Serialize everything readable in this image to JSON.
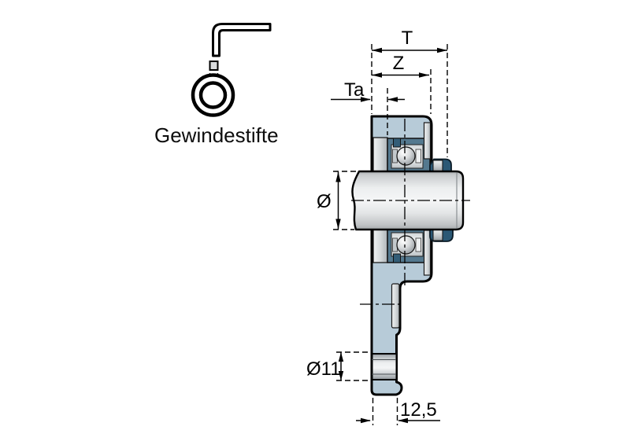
{
  "legend": {
    "label": "Gewindestifte",
    "icon": "allen-key-with-set-screw-and-locking-collar"
  },
  "dimensions": {
    "total_width": "T",
    "housing_width": "Z",
    "collar_offset": "Ta",
    "shaft_diameter": "Ø",
    "bolt_hole_diameter": "Ø11",
    "flange_thickness": "12,5"
  },
  "colors": {
    "housing": "#b7cbd8",
    "inner_ring": "#54798f",
    "seal": "#335d77",
    "collar": "#2b5875",
    "metal_light": "#eef0f1",
    "metal_dark": "#9aa1a6",
    "outline": "#000000"
  }
}
